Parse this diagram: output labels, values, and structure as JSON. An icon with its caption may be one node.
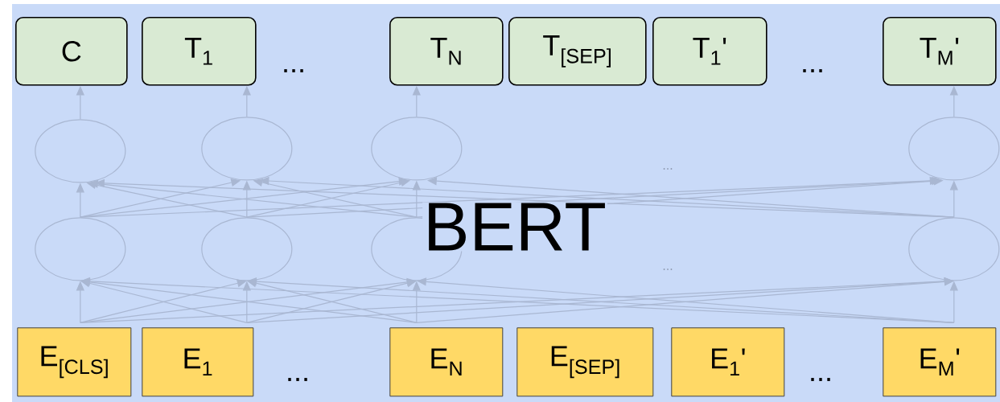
{
  "diagram": {
    "nodes": [
      {
        "text": [
          "BERT"
        ]
      },
      {
        "text": [
          "C"
        ],
        "in": 0
      },
      {
        "text": [
          "T$_{1}$"
        ],
        "in": 0
      },
      {
        "text": [
          "T$_{N}$"
        ],
        "in": 0
      },
      {
        "text": [
          "T$_{[SEP]}$"
        ],
        "in": 0
      },
      {
        "text": [
          "T$_{1}$'"
        ],
        "in": 0
      },
      {
        "text": [
          "T$_{M}$'"
        ],
        "in": 0
      },
      {
        "text": [],
        "shape": "circle",
        "in": 0
      },
      {
        "text": [],
        "shape": "circle",
        "in": 0
      },
      {
        "text": [],
        "shape": "circle",
        "in": 0
      },
      {
        "text": [],
        "shape": "circle",
        "in": 0
      },
      {
        "text": [],
        "shape": "circle",
        "in": 0
      },
      {
        "text": [],
        "shape": "circle",
        "in": 0
      },
      {
        "text": [],
        "shape": "circle",
        "in": 0
      },
      {
        "text": [],
        "shape": "circle",
        "in": 0
      },
      {
        "text": [
          "E$_{[CLS]}$"
        ],
        "in": 0
      },
      {
        "text": [
          "E$_{1}$"
        ],
        "in": 0
      },
      {
        "text": [
          "E$_{N}$"
        ],
        "in": 0
      },
      {
        "text": [
          "E$_{[SEP]}$"
        ],
        "in": 0
      },
      {
        "text": [
          "E$_{1}$'"
        ],
        "in": 0
      },
      {
        "text": [
          "E$_{M}$'"
        ],
        "in": 0
      }
    ],
    "edges": [
      {
        "from": 7,
        "to": 1,
        "arrow": "to"
      },
      {
        "from": 8,
        "to": 2,
        "arrow": "to"
      },
      {
        "from": 9,
        "to": 3,
        "arrow": "to"
      },
      {
        "from": 10,
        "to": 6,
        "arrow": "to"
      },
      {
        "from": 11,
        "to": 7,
        "arrow": "to"
      },
      {
        "from": 11,
        "to": 8,
        "arrow": "to"
      },
      {
        "from": 11,
        "to": 9,
        "arrow": "to"
      },
      {
        "from": 11,
        "to": 10,
        "arrow": "to"
      },
      {
        "from": 12,
        "to": 7,
        "arrow": "to"
      },
      {
        "from": 12,
        "to": 8,
        "arrow": "to"
      },
      {
        "from": 12,
        "to": 9,
        "arrow": "to"
      },
      {
        "from": 12,
        "to": 10,
        "arrow": "to"
      },
      {
        "from": 13,
        "to": 7,
        "arrow": "to"
      },
      {
        "from": 13,
        "to": 8,
        "arrow": "to"
      },
      {
        "from": 13,
        "to": 9,
        "arrow": "to"
      },
      {
        "from": 13,
        "to": 10,
        "arrow": "to"
      },
      {
        "from": 14,
        "to": 7,
        "arrow": "to"
      },
      {
        "from": 14,
        "to": 8,
        "arrow": "to"
      },
      {
        "from": 14,
        "to": 9,
        "arrow": "to"
      },
      {
        "from": 14,
        "to": 10,
        "arrow": "to"
      },
      {
        "from": 15,
        "to": 11,
        "arrow": "to"
      },
      {
        "from": 15,
        "to": 12,
        "arrow": "to"
      },
      {
        "from": 15,
        "to": 13,
        "arrow": "to"
      },
      {
        "from": 15,
        "to": 14,
        "arrow": "to"
      },
      {
        "from": 16,
        "to": 11,
        "arrow": "to"
      },
      {
        "from": 16,
        "to": 12,
        "arrow": "to"
      },
      {
        "from": 16,
        "to": 13,
        "arrow": "to"
      },
      {
        "from": 16,
        "to": 14,
        "arrow": "to"
      },
      {
        "from": 17,
        "to": 11,
        "arrow": "to"
      },
      {
        "from": 17,
        "to": 12,
        "arrow": "to"
      },
      {
        "from": 17,
        "to": 13,
        "arrow": "to"
      },
      {
        "from": 17,
        "to": 14,
        "arrow": "to"
      },
      {
        "from": 20,
        "to": 11,
        "arrow": "to"
      },
      {
        "from": 20,
        "to": 12,
        "arrow": "to"
      },
      {
        "from": 20,
        "to": 13,
        "arrow": "to"
      },
      {
        "from": 20,
        "to": 14,
        "arrow": "to"
      }
    ],
    "labels": [
      "...",
      "...",
      "...",
      "...",
      "...",
      "..."
    ]
  }
}
